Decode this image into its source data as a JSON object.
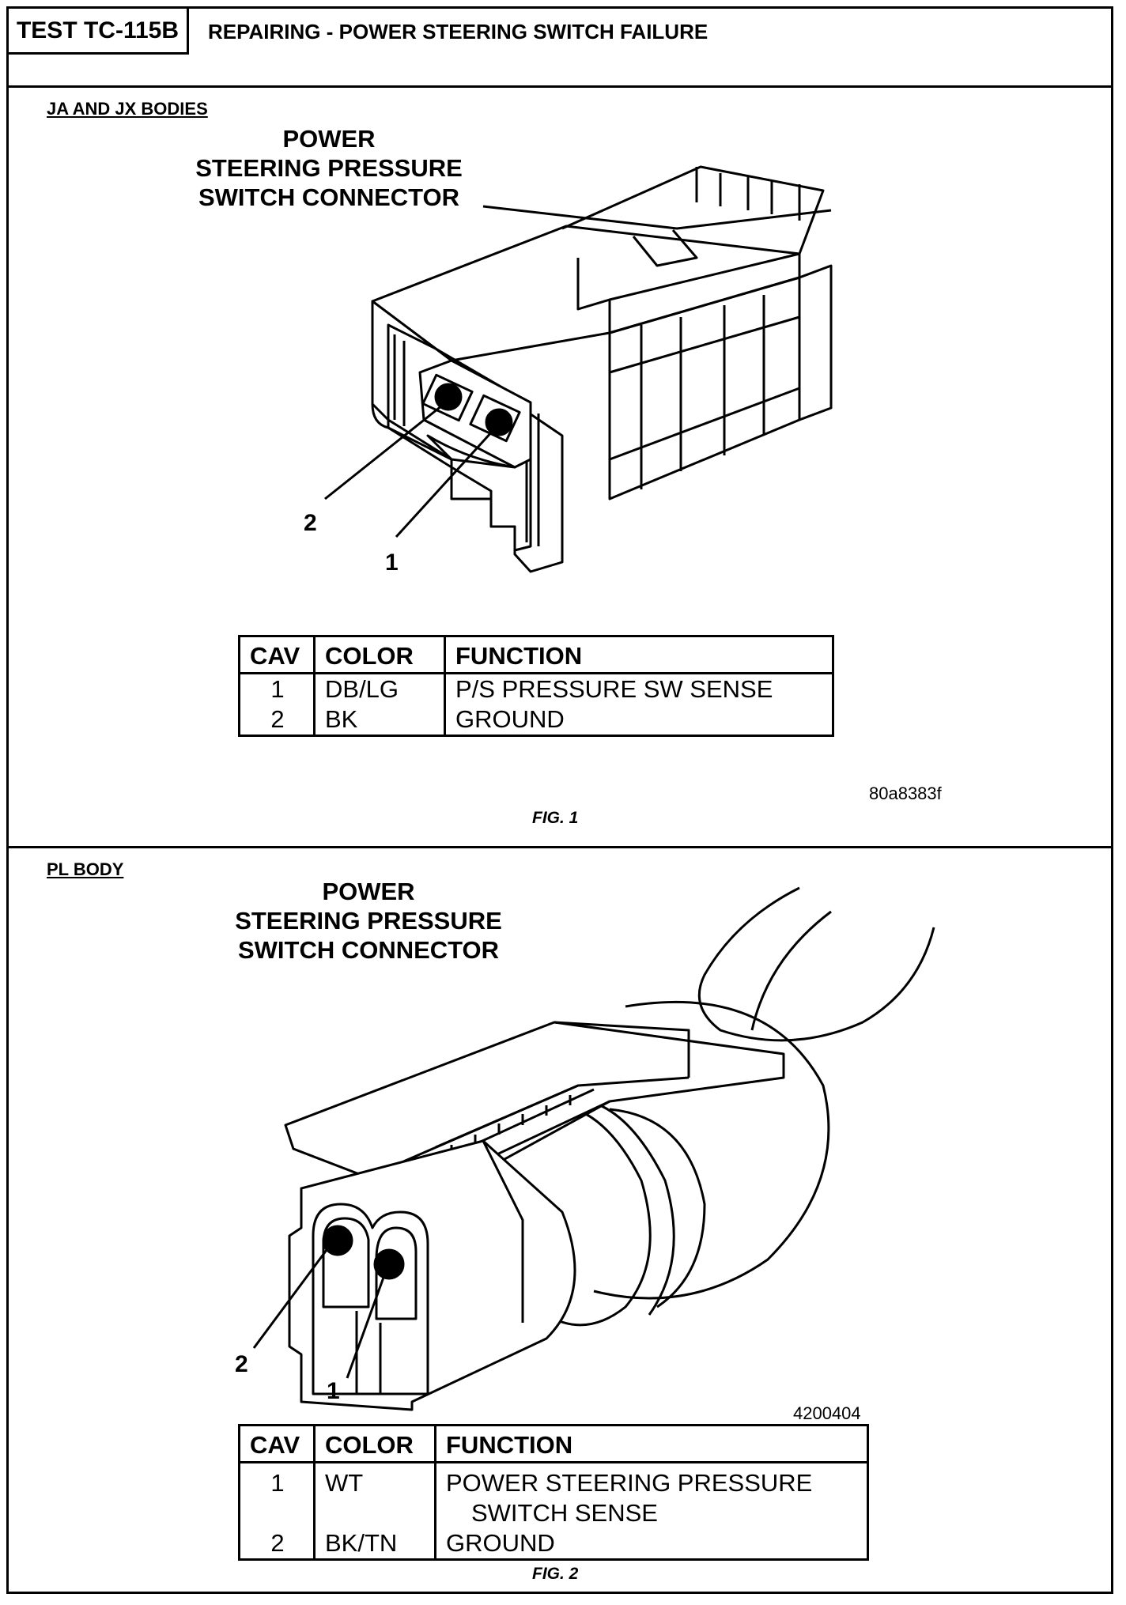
{
  "header": {
    "test_id": "TEST TC-115B",
    "title": "REPAIRING - POWER STEERING SWITCH FAILURE"
  },
  "figure1": {
    "body_label": "JA AND JX BODIES",
    "connector_title": [
      "POWER",
      "STEERING PRESSURE",
      "SWITCH CONNECTOR"
    ],
    "pin_labels": [
      "2",
      "1"
    ],
    "table": {
      "headers": [
        "CAV",
        "COLOR",
        "FUNCTION"
      ],
      "rows": [
        {
          "cav": "1",
          "color": "DB/LG",
          "function": "P/S PRESSURE SW SENSE"
        },
        {
          "cav": "2",
          "color": "BK",
          "function": "GROUND"
        }
      ]
    },
    "figure_id": "80a8383f",
    "caption": "FIG. 1"
  },
  "figure2": {
    "body_label": "PL BODY",
    "connector_title": [
      "POWER",
      "STEERING PRESSURE",
      "SWITCH CONNECTOR"
    ],
    "pin_labels": [
      "2",
      "1"
    ],
    "figure_id": "4200404",
    "table": {
      "headers": [
        "CAV",
        "COLOR",
        "FUNCTION"
      ],
      "rows": [
        {
          "cav": "1",
          "color": "WT",
          "function": "POWER STEERING PRESSURE",
          "function_cont": "SWITCH SENSE"
        },
        {
          "cav": "2",
          "color": "BK/TN",
          "function": "GROUND"
        }
      ]
    },
    "caption": "FIG. 2"
  }
}
